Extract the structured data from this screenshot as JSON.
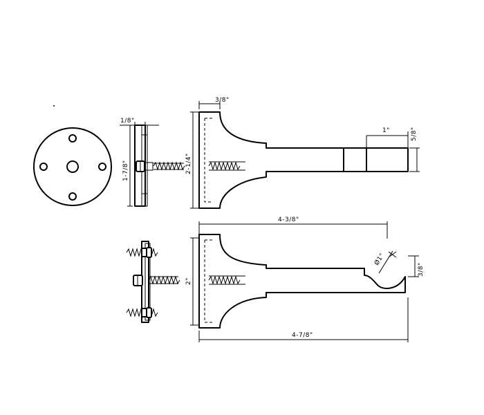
{
  "dimensions": {
    "plate_thickness": "1/8\"",
    "plate_height": "1-7/8\"",
    "flange_depth": "3/8\"",
    "body_height_top": "2-1/4\"",
    "tip_length": "1\"",
    "tip_height": "5/8\"",
    "reach_inner": "4-3/8\"",
    "cradle_diameter": "Ø1\"",
    "cradle_height": "3/8\"",
    "body_height_bottom": "2\"",
    "reach_overall": "4-7/8\""
  }
}
